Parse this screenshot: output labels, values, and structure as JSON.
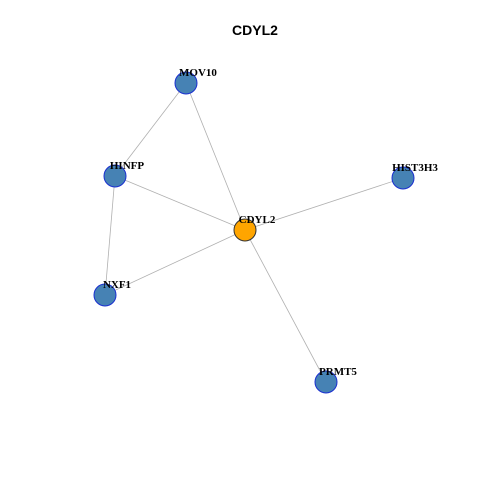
{
  "title": "CDYL2",
  "colors": {
    "center_fill": "#FFA500",
    "center_stroke": "#333333",
    "node_fill": "#4682B4",
    "node_stroke": "#1a2fd0",
    "edge": "#b0b0b0",
    "background": "#ffffff"
  },
  "nodes": [
    {
      "id": "CDYL2",
      "label": "CDYL2",
      "center": true
    },
    {
      "id": "MOV10",
      "label": "MOV10",
      "center": false
    },
    {
      "id": "HINFP",
      "label": "HINFP",
      "center": false
    },
    {
      "id": "HIST3H3",
      "label": "HIST3H3",
      "center": false
    },
    {
      "id": "NXF1",
      "label": "NXF1",
      "center": false
    },
    {
      "id": "PRMT5",
      "label": "PRMT5",
      "center": false
    }
  ],
  "edges": [
    {
      "source": "MOV10",
      "target": "HINFP"
    },
    {
      "source": "MOV10",
      "target": "CDYL2"
    },
    {
      "source": "HINFP",
      "target": "CDYL2"
    },
    {
      "source": "HINFP",
      "target": "NXF1"
    },
    {
      "source": "NXF1",
      "target": "CDYL2"
    },
    {
      "source": "HIST3H3",
      "target": "CDYL2"
    },
    {
      "source": "PRMT5",
      "target": "CDYL2"
    }
  ]
}
